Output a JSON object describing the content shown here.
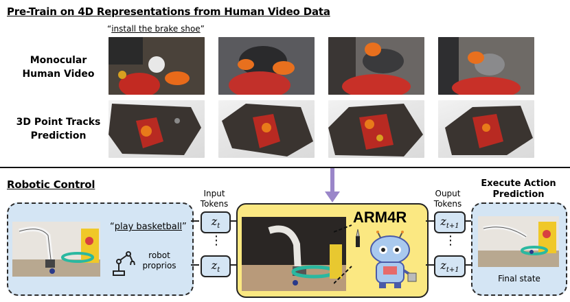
{
  "top": {
    "title": "Pre-Train on 4D Representations from Human Video Data",
    "instruction_quote_open": "“",
    "instruction": "install the brake shoe",
    "instruction_quote_close": "”",
    "row1_label": [
      "Monocular",
      "Human Video"
    ],
    "row2_label": [
      "3D Point Tracks",
      "Prediction"
    ]
  },
  "bottom": {
    "title": "Robotic Control",
    "input_tokens_label": [
      "Input",
      "Tokens"
    ],
    "output_tokens_label": [
      "Ouput",
      "Tokens"
    ],
    "execute_label": [
      "Execute Action",
      "Prediction"
    ],
    "model_name": "ARM4R",
    "prompt_open": "“",
    "prompt": "play basketball",
    "prompt_close": "”",
    "proprio_label": [
      "robot",
      "proprios"
    ],
    "final_state": "Final state",
    "token_in": "z",
    "token_in_sub": "t",
    "token_out": "z",
    "token_out_sub": "t+1",
    "ellipsis": "⋮"
  },
  "colors": {
    "input_box": "#d4e5f4",
    "model_box": "#fbe882",
    "arrow": "#9a86c9",
    "robot_blue": "#a9c9ee"
  },
  "icons": [
    "robot-arm-icon",
    "robot-mascot-icon"
  ]
}
